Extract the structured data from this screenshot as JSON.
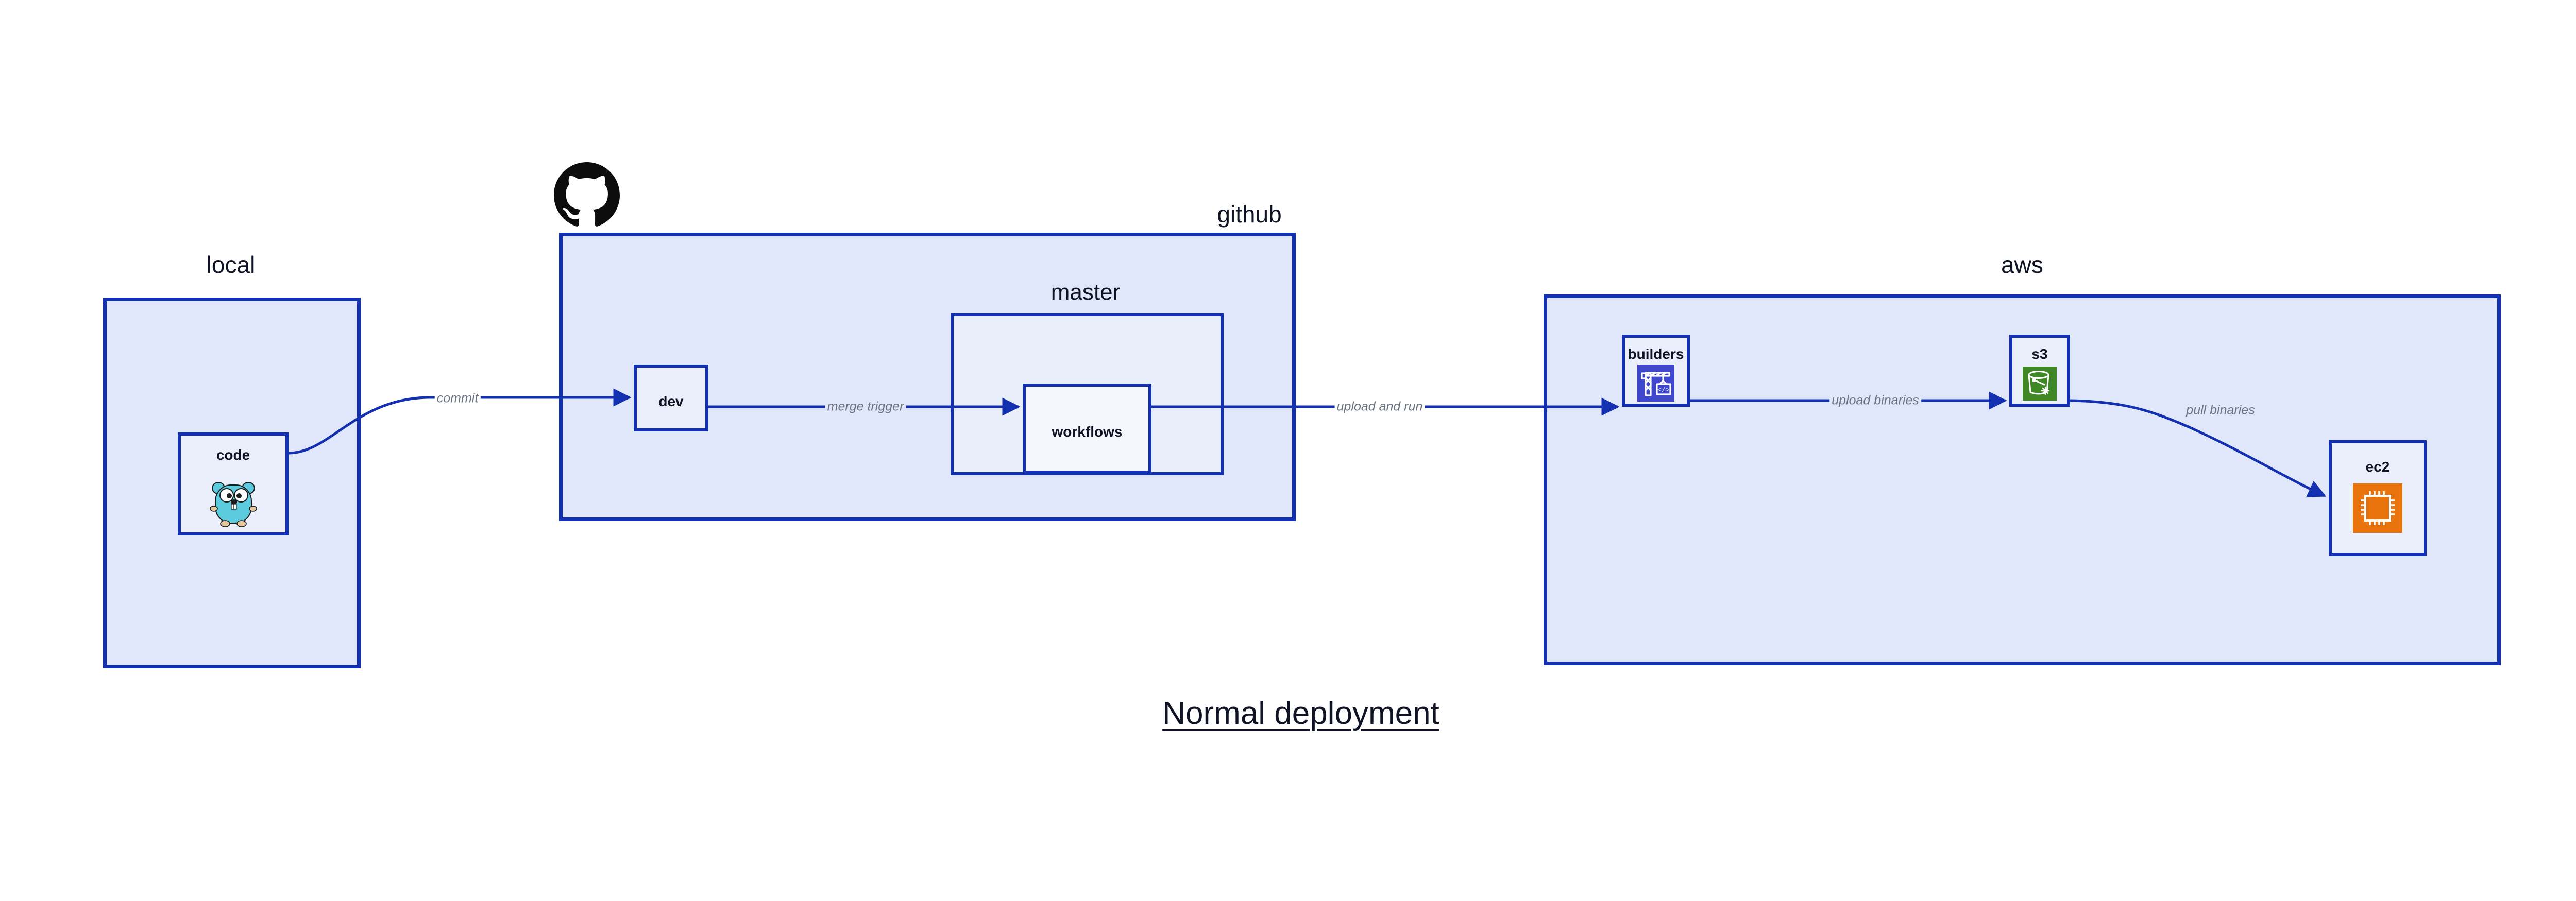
{
  "diagram": {
    "title": "Normal deployment",
    "accent_border": "#1230b0",
    "group_fill": "#e1e7fa",
    "subgroup_fill": "#e9eefb",
    "node_fill": "#eaeffb",
    "label_color": "#0f1324",
    "edge_label_color": "#6b7280"
  },
  "groups": {
    "local": {
      "label": "local"
    },
    "github": {
      "label": "github"
    },
    "master": {
      "label": "master"
    },
    "aws": {
      "label": "aws"
    }
  },
  "nodes": {
    "code": {
      "label": "code",
      "icon": "go-gopher-icon"
    },
    "dev": {
      "label": "dev",
      "icon": "none"
    },
    "workflows": {
      "label": "workflows",
      "icon": "none"
    },
    "builders": {
      "label": "builders",
      "icon": "aws-builders-crane-icon",
      "icon_color": "#3f48cc"
    },
    "s3": {
      "label": "s3",
      "icon": "aws-s3-bucket-icon",
      "icon_color": "#3f8624"
    },
    "ec2": {
      "label": "ec2",
      "icon": "aws-ec2-chip-icon",
      "icon_color": "#e8730c"
    }
  },
  "edges": [
    {
      "id": "commit",
      "label": "commit",
      "from": "code",
      "to": "dev"
    },
    {
      "id": "merge-trigger",
      "label": "merge trigger",
      "from": "dev",
      "to": "workflows"
    },
    {
      "id": "upload-and-run",
      "label": "upload and run",
      "from": "workflows",
      "to": "builders"
    },
    {
      "id": "upload-binaries",
      "label": "upload binaries",
      "from": "builders",
      "to": "s3"
    },
    {
      "id": "pull-binaries",
      "label": "pull binaries",
      "from": "s3",
      "to": "ec2"
    }
  ],
  "logos": {
    "github": "github-octocat-icon"
  }
}
